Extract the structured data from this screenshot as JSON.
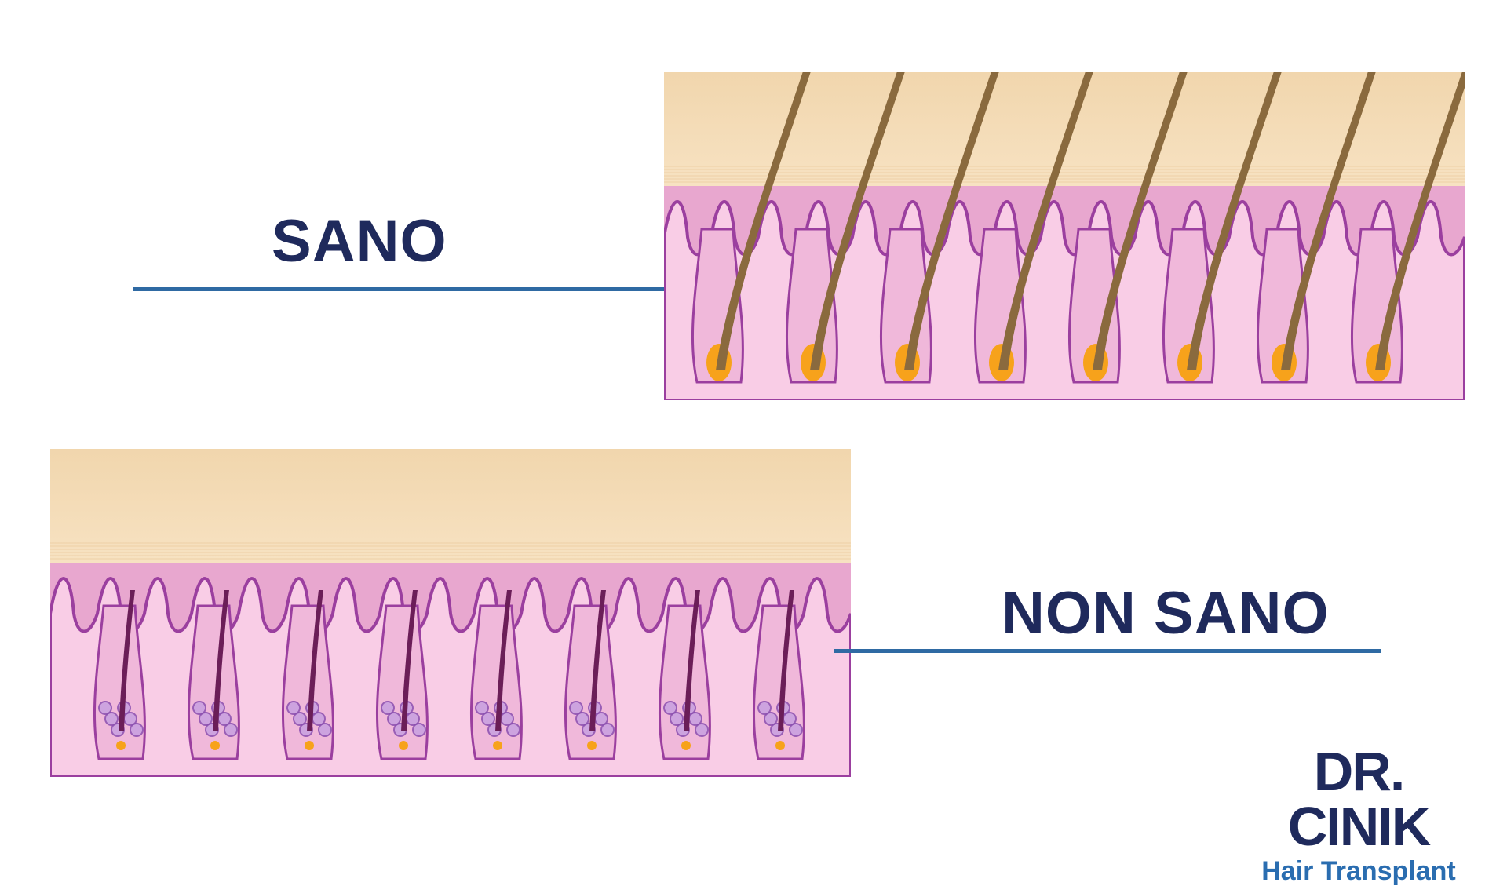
{
  "diagram": {
    "healthy_label": "SANO",
    "unhealthy_label": "NON SANO"
  },
  "logo": {
    "brand": "DR. CINIK",
    "subtitle": "Hair Transplant"
  },
  "colors": {
    "epidermis": "#f4dcb5",
    "dermis_top": "#e8a7cf",
    "dermis": "#f9cde6",
    "follicle_outline": "#9b3f9f",
    "hair": "#8a6a3e",
    "bulb": "#f7a21b",
    "label": "#1f2a5c",
    "rule": "#2f6aa3",
    "logo_sub": "#2a6db0"
  },
  "icons": {
    "healthy_panel": "healthy-scalp-illustration",
    "unhealthy_panel": "unhealthy-scalp-illustration"
  }
}
